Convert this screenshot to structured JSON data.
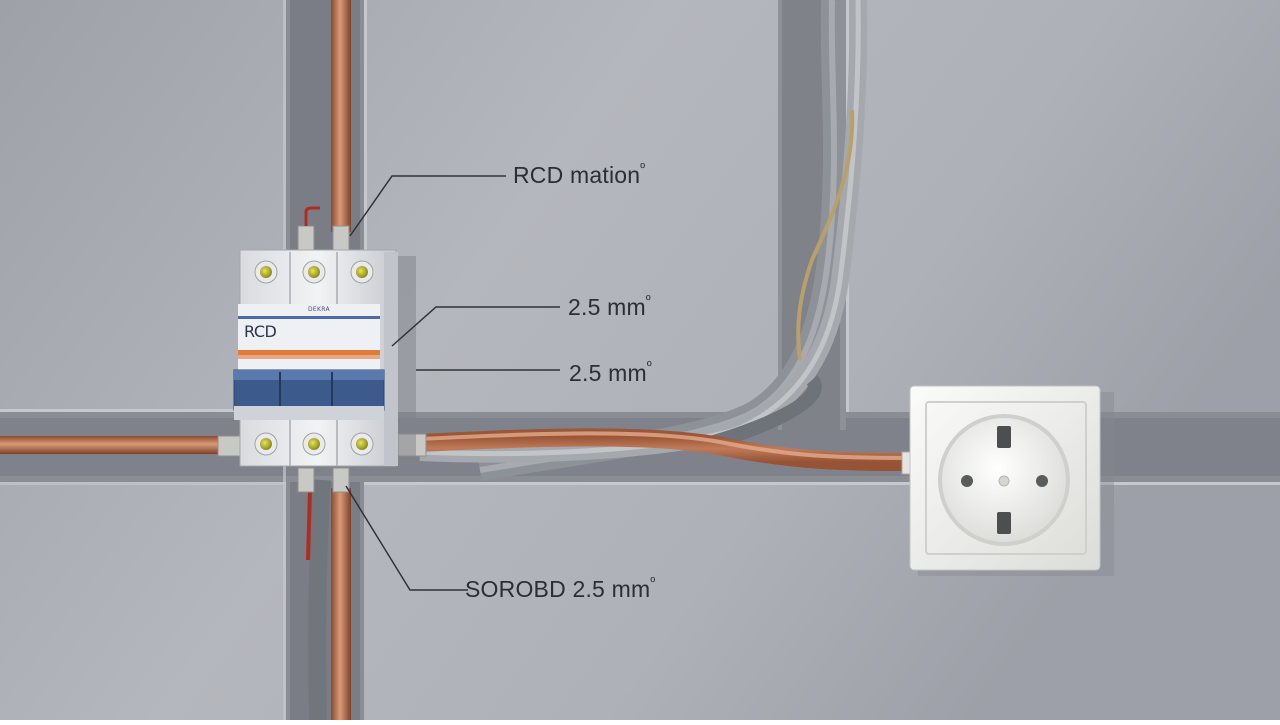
{
  "labels": {
    "rcd_caption": "RCD mation",
    "wire_upper": "2.5 mm",
    "wire_lower": "2.5 mm",
    "bottom_caption": "SOROBD 2.5 mm",
    "degree_mark": "º"
  },
  "device": {
    "front_label": "RCD",
    "brand_text": "DEKRA"
  },
  "colors": {
    "wall": "#a9acb3",
    "copper": "#b8714f",
    "cable_grey": "#7f858a",
    "breaker_blue": "#3c5a8c",
    "breaker_orange": "#e07b3a",
    "terminal_yellow": "#c9c227",
    "socket_white": "#f3f3f1"
  }
}
